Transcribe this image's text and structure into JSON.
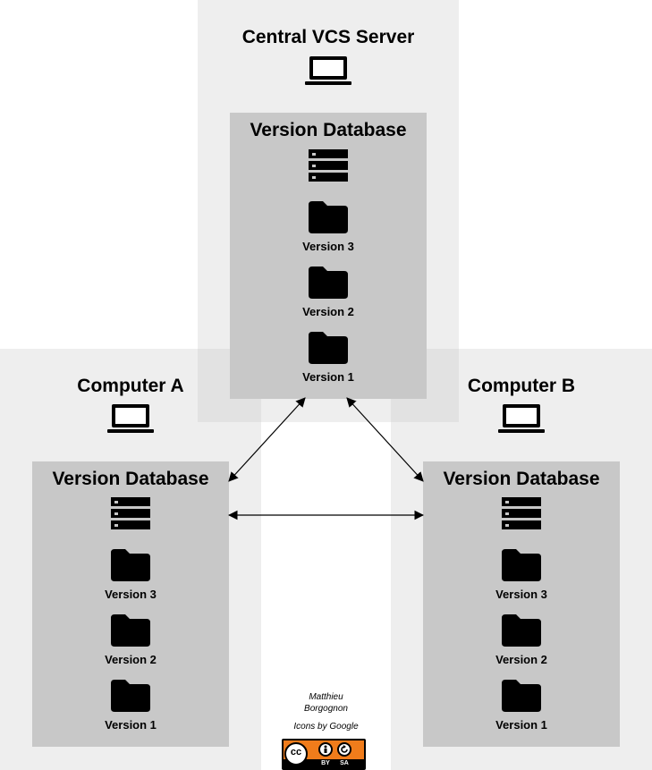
{
  "server": {
    "title": "Central VCS Server",
    "db_title": "Version Database",
    "versions": [
      "Version 3",
      "Version 2",
      "Version 1"
    ]
  },
  "computer_a": {
    "title": "Computer A",
    "db_title": "Version Database",
    "versions": [
      "Version 3",
      "Version 2",
      "Version 1"
    ]
  },
  "computer_b": {
    "title": "Computer B",
    "db_title": "Version Database",
    "versions": [
      "Version 3",
      "Version 2",
      "Version 1"
    ]
  },
  "credits": {
    "author_line1": "Matthieu",
    "author_line2": "Borgognon",
    "icons": "Icons by Google",
    "license_by": "BY",
    "license_sa": "SA",
    "license_cc": "cc"
  },
  "colors": {
    "zone_bg": "#eeeeee",
    "db_bg": "#c8c8c8",
    "license_orange": "#f07c1b"
  },
  "icons": {
    "computer": "laptop-icon",
    "database": "database-icon",
    "version": "folder-icon",
    "license": "cc-by-sa-badge"
  }
}
